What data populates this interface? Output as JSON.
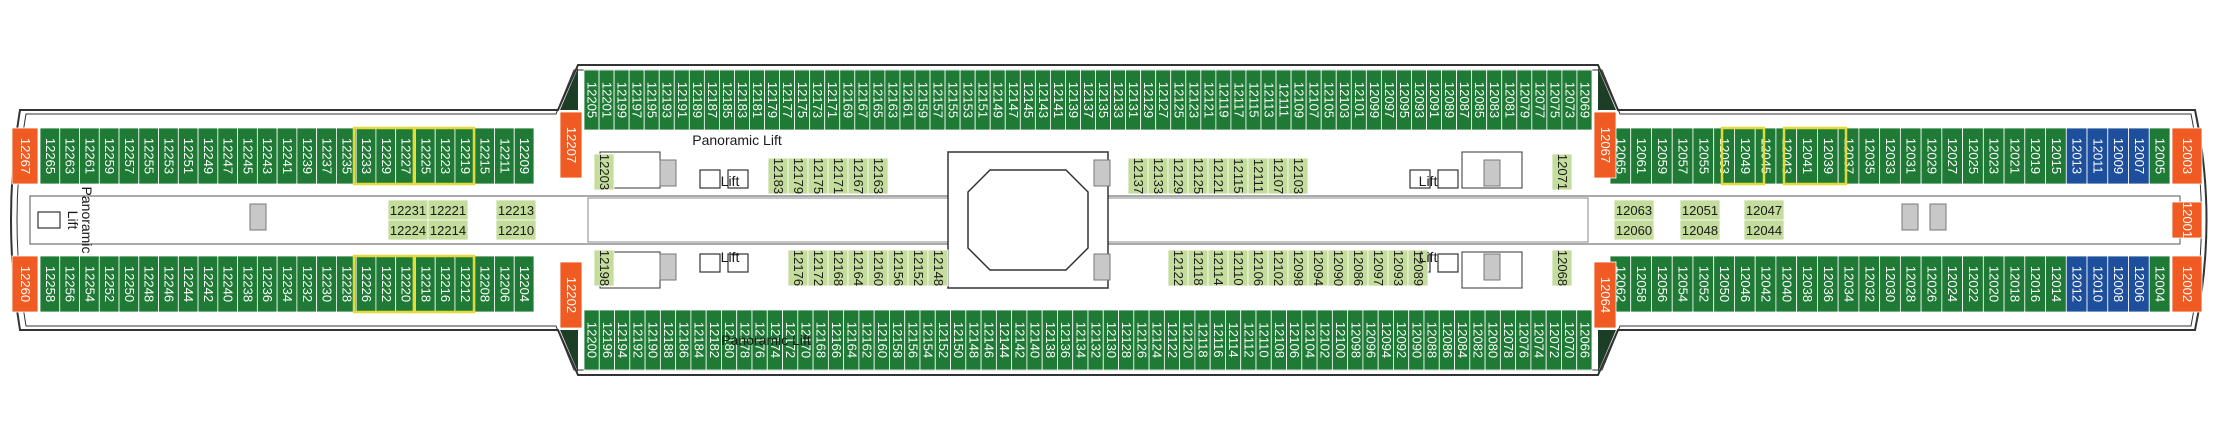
{
  "colors": {
    "balcony": "#1f7a35",
    "interior": "#c4dc9c",
    "suite": "#1d4f9c",
    "orange": "#f05a23",
    "dark": "#1c3d26",
    "outline": "#333333",
    "highlight": "#e3d93a"
  },
  "labels": {
    "panoramic_lift_top": "Panoramic Lift",
    "panoramic_lift_bottom": "Panoramic Lift",
    "panoramic_aft_1": "Panoramic",
    "panoramic_aft_2": "Lift",
    "lift": "Lift"
  },
  "cabins": {
    "top_row": [
      "12205",
      "12201",
      "12199",
      "12197",
      "12195",
      "12193",
      "12191",
      "12189",
      "12187",
      "12185",
      "12183",
      "12181",
      "12179",
      "12177",
      "12175",
      "12173",
      "12171",
      "12169",
      "12167",
      "12165",
      "12163",
      "12161",
      "12159",
      "12157",
      "12155",
      "12153",
      "12151",
      "12149",
      "12147",
      "12145",
      "12143",
      "12141",
      "12139",
      "12137",
      "12135",
      "12133",
      "12131",
      "12129",
      "12127",
      "12125",
      "12123",
      "12121",
      "12119",
      "12117",
      "12115",
      "12113",
      "12111",
      "12109",
      "12107",
      "12105",
      "12103",
      "12101",
      "12099",
      "12097",
      "12095",
      "12093",
      "12091",
      "12089",
      "12087",
      "12085",
      "12083",
      "12081",
      "12079",
      "12077",
      "12075",
      "12073",
      "12069"
    ],
    "bottom_row": [
      "12200",
      "12196",
      "12194",
      "12192",
      "12190",
      "12188",
      "12186",
      "12184",
      "12182",
      "12180",
      "12178",
      "12176",
      "12174",
      "12172",
      "12170",
      "12168",
      "12166",
      "12164",
      "12162",
      "12160",
      "12158",
      "12156",
      "12154",
      "12152",
      "12150",
      "12148",
      "12146",
      "12144",
      "12142",
      "12140",
      "12138",
      "12136",
      "12134",
      "12132",
      "12130",
      "12128",
      "12126",
      "12124",
      "12122",
      "12120",
      "12118",
      "12116",
      "12114",
      "12112",
      "12110",
      "12108",
      "12106",
      "12104",
      "12102",
      "12100",
      "12098",
      "12096",
      "12094",
      "12092",
      "12090",
      "12088",
      "12086",
      "12084",
      "12082",
      "12080",
      "12078",
      "12076",
      "12074",
      "12072",
      "12070",
      "12066"
    ],
    "aft_upper": [
      "12265",
      "12263",
      "12261",
      "12259",
      "12257",
      "12255",
      "12253",
      "12251",
      "12249",
      "12247",
      "12245",
      "12243",
      "12241",
      "12239",
      "12237",
      "12235",
      "12233",
      "12229",
      "12227",
      "12225",
      "12223",
      "12219",
      "12215",
      "12211",
      "12209"
    ],
    "aft_lower": [
      "12258",
      "12256",
      "12254",
      "12252",
      "12250",
      "12248",
      "12246",
      "12244",
      "12242",
      "12240",
      "12238",
      "12236",
      "12234",
      "12232",
      "12230",
      "12228",
      "12226",
      "12222",
      "12220",
      "12218",
      "12216",
      "12212",
      "12208",
      "12206",
      "12204"
    ],
    "fwd_upper": [
      "12065",
      "12061",
      "12059",
      "12057",
      "12055",
      "12053",
      "12049",
      "12045",
      "12043",
      "12041",
      "12039",
      "12037",
      "12035",
      "12033",
      "12031",
      "12029",
      "12027",
      "12025",
      "12023",
      "12021",
      "12019",
      "12015",
      "12013",
      "12011",
      "12009",
      "12007",
      "12005"
    ],
    "fwd_lower": [
      "12062",
      "12058",
      "12056",
      "12054",
      "12052",
      "12050",
      "12046",
      "12042",
      "12040",
      "12038",
      "12036",
      "12034",
      "12032",
      "12030",
      "12028",
      "12026",
      "12024",
      "12022",
      "12020",
      "12018",
      "12016",
      "12014",
      "12012",
      "12010",
      "12008",
      "12006",
      "12004"
    ],
    "orange_cabins": {
      "aft_top": "12267",
      "aft_bottom": "12260",
      "mid_top_left": "12207",
      "mid_bottom_left": "12202",
      "mid_top_right": "12067",
      "mid_bottom_right": "12064",
      "fwd_top": "12003",
      "fwd_bottom": "12002",
      "bow": "12001"
    },
    "interior_vertical": [
      "12203",
      "12198",
      "12183",
      "12179",
      "12175",
      "12171",
      "12167",
      "12163",
      "12176",
      "12172",
      "12168",
      "12164",
      "12160",
      "12156",
      "12152",
      "12148",
      "12137",
      "12133",
      "12129",
      "12125",
      "12121",
      "12115",
      "12111",
      "12107",
      "12103",
      "12122",
      "12118",
      "12114",
      "12110",
      "12106",
      "12102",
      "12098",
      "12094",
      "12090",
      "12086",
      "12097",
      "12093",
      "12089",
      "12071",
      "12068"
    ],
    "interior_horizontal": [
      "12231",
      "12221",
      "12224",
      "12214",
      "12213",
      "12210",
      "12063",
      "12060",
      "12051",
      "12048",
      "12047",
      "12044"
    ]
  }
}
